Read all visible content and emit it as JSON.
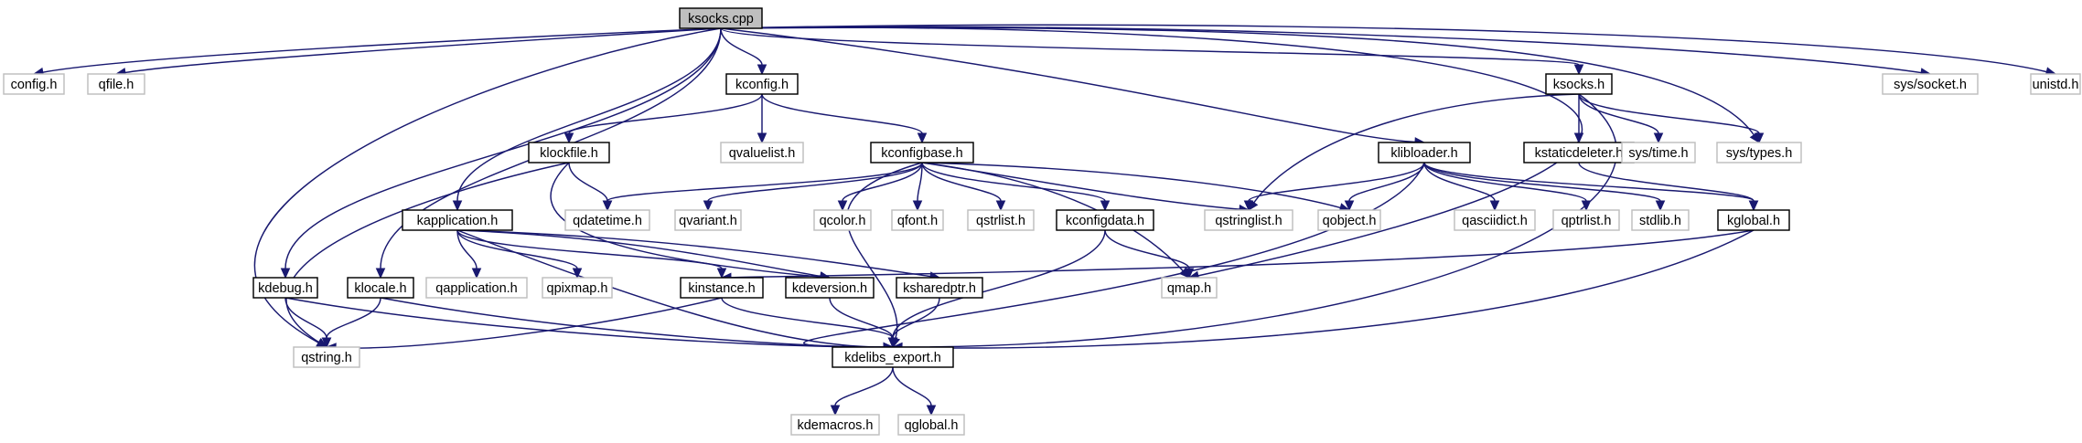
{
  "colors": {
    "root_fill": "#bfbfbf",
    "documented_border": "#000000",
    "external_border": "#bfbfbf",
    "edge": "#191970"
  },
  "nodes": [
    {
      "id": "ksocks_cpp",
      "label": "ksocks.cpp",
      "kind": "root"
    },
    {
      "id": "config_h",
      "label": "config.h",
      "kind": "external"
    },
    {
      "id": "qfile_h",
      "label": "qfile.h",
      "kind": "external"
    },
    {
      "id": "kconfig_h",
      "label": "kconfig.h",
      "kind": "documented"
    },
    {
      "id": "ksocks_h",
      "label": "ksocks.h",
      "kind": "documented"
    },
    {
      "id": "sys_socket_h",
      "label": "sys/socket.h",
      "kind": "external"
    },
    {
      "id": "unistd_h",
      "label": "unistd.h",
      "kind": "external"
    },
    {
      "id": "klockfile_h",
      "label": "klockfile.h",
      "kind": "documented"
    },
    {
      "id": "qvaluelist_h",
      "label": "qvaluelist.h",
      "kind": "external"
    },
    {
      "id": "kconfigbase_h",
      "label": "kconfigbase.h",
      "kind": "documented"
    },
    {
      "id": "klibloader_h",
      "label": "klibloader.h",
      "kind": "documented"
    },
    {
      "id": "kstaticdeleter_h",
      "label": "kstaticdeleter.h",
      "kind": "documented"
    },
    {
      "id": "sys_time_h",
      "label": "sys/time.h",
      "kind": "external"
    },
    {
      "id": "sys_types_h",
      "label": "sys/types.h",
      "kind": "external"
    },
    {
      "id": "kapplication_h",
      "label": "kapplication.h",
      "kind": "documented"
    },
    {
      "id": "qdatetime_h",
      "label": "qdatetime.h",
      "kind": "external"
    },
    {
      "id": "qvariant_h",
      "label": "qvariant.h",
      "kind": "external"
    },
    {
      "id": "qcolor_h",
      "label": "qcolor.h",
      "kind": "external"
    },
    {
      "id": "qfont_h",
      "label": "qfont.h",
      "kind": "external"
    },
    {
      "id": "qstrlist_h",
      "label": "qstrlist.h",
      "kind": "external"
    },
    {
      "id": "kconfigdata_h",
      "label": "kconfigdata.h",
      "kind": "documented"
    },
    {
      "id": "qstringlist_h",
      "label": "qstringlist.h",
      "kind": "external"
    },
    {
      "id": "qobject_h",
      "label": "qobject.h",
      "kind": "external"
    },
    {
      "id": "qasciidict_h",
      "label": "qasciidict.h",
      "kind": "external"
    },
    {
      "id": "qptrlist_h",
      "label": "qptrlist.h",
      "kind": "external"
    },
    {
      "id": "stdlib_h",
      "label": "stdlib.h",
      "kind": "external"
    },
    {
      "id": "kglobal_h",
      "label": "kglobal.h",
      "kind": "documented"
    },
    {
      "id": "qapplication_h",
      "label": "qapplication.h",
      "kind": "external"
    },
    {
      "id": "qpixmap_h",
      "label": "qpixmap.h",
      "kind": "external"
    },
    {
      "id": "kinstance_h",
      "label": "kinstance.h",
      "kind": "documented"
    },
    {
      "id": "kdeversion_h",
      "label": "kdeversion.h",
      "kind": "documented"
    },
    {
      "id": "ksharedptr_h",
      "label": "ksharedptr.h",
      "kind": "documented"
    },
    {
      "id": "qmap_h",
      "label": "qmap.h",
      "kind": "external"
    },
    {
      "id": "kdebug_h",
      "label": "kdebug.h",
      "kind": "documented"
    },
    {
      "id": "klocale_h",
      "label": "klocale.h",
      "kind": "documented"
    },
    {
      "id": "qstring_h",
      "label": "qstring.h",
      "kind": "external"
    },
    {
      "id": "kdelibs_export_h",
      "label": "kdelibs_export.h",
      "kind": "documented"
    },
    {
      "id": "kdemacros_h",
      "label": "kdemacros.h",
      "kind": "external"
    },
    {
      "id": "qglobal_h",
      "label": "qglobal.h",
      "kind": "external"
    }
  ],
  "edges": [
    [
      "ksocks_cpp",
      "config_h"
    ],
    [
      "ksocks_cpp",
      "qfile_h"
    ],
    [
      "ksocks_cpp",
      "kconfig_h"
    ],
    [
      "ksocks_cpp",
      "ksocks_h"
    ],
    [
      "ksocks_cpp",
      "sys_socket_h"
    ],
    [
      "ksocks_cpp",
      "unistd_h"
    ],
    [
      "ksocks_cpp",
      "sys_types_h"
    ],
    [
      "ksocks_cpp",
      "klibloader_h"
    ],
    [
      "ksocks_cpp",
      "kapplication_h"
    ],
    [
      "ksocks_cpp",
      "kdebug_h"
    ],
    [
      "ksocks_cpp",
      "klocale_h"
    ],
    [
      "ksocks_cpp",
      "qstring_h"
    ],
    [
      "ksocks_cpp",
      "qmap_h"
    ],
    [
      "kconfig_h",
      "klockfile_h"
    ],
    [
      "kconfig_h",
      "qvaluelist_h"
    ],
    [
      "kconfig_h",
      "kconfigbase_h"
    ],
    [
      "klockfile_h",
      "qdatetime_h"
    ],
    [
      "klockfile_h",
      "qstring_h"
    ],
    [
      "klockfile_h",
      "kdeversion_h"
    ],
    [
      "kconfigbase_h",
      "qdatetime_h"
    ],
    [
      "kconfigbase_h",
      "qvariant_h"
    ],
    [
      "kconfigbase_h",
      "qcolor_h"
    ],
    [
      "kconfigbase_h",
      "qfont_h"
    ],
    [
      "kconfigbase_h",
      "qstrlist_h"
    ],
    [
      "kconfigbase_h",
      "kconfigdata_h"
    ],
    [
      "kconfigbase_h",
      "qstringlist_h"
    ],
    [
      "kconfigbase_h",
      "qobject_h"
    ],
    [
      "kconfigbase_h",
      "qmap_h"
    ],
    [
      "kconfigbase_h",
      "kdelibs_export_h"
    ],
    [
      "kconfigdata_h",
      "qmap_h"
    ],
    [
      "kconfigdata_h",
      "kdelibs_export_h"
    ],
    [
      "ksocks_h",
      "qstringlist_h"
    ],
    [
      "ksocks_h",
      "kstaticdeleter_h"
    ],
    [
      "ksocks_h",
      "sys_time_h"
    ],
    [
      "ksocks_h",
      "sys_types_h"
    ],
    [
      "ksocks_h",
      "kdelibs_export_h"
    ],
    [
      "klibloader_h",
      "qstringlist_h"
    ],
    [
      "klibloader_h",
      "qobject_h"
    ],
    [
      "klibloader_h",
      "qasciidict_h"
    ],
    [
      "klibloader_h",
      "qptrlist_h"
    ],
    [
      "klibloader_h",
      "stdlib_h"
    ],
    [
      "klibloader_h",
      "kglobal_h"
    ],
    [
      "klibloader_h",
      "kdelibs_export_h"
    ],
    [
      "kstaticdeleter_h",
      "kglobal_h"
    ],
    [
      "kglobal_h",
      "kinstance_h"
    ],
    [
      "kglobal_h",
      "kdelibs_export_h"
    ],
    [
      "kapplication_h",
      "qapplication_h"
    ],
    [
      "kapplication_h",
      "qpixmap_h"
    ],
    [
      "kapplication_h",
      "kinstance_h"
    ],
    [
      "kapplication_h",
      "kdeversion_h"
    ],
    [
      "kapplication_h",
      "ksharedptr_h"
    ],
    [
      "kapplication_h",
      "kdelibs_export_h"
    ],
    [
      "kinstance_h",
      "qstring_h"
    ],
    [
      "kinstance_h",
      "kdelibs_export_h"
    ],
    [
      "kdeversion_h",
      "kdelibs_export_h"
    ],
    [
      "ksharedptr_h",
      "kdelibs_export_h"
    ],
    [
      "kdebug_h",
      "qstring_h"
    ],
    [
      "kdebug_h",
      "kdelibs_export_h"
    ],
    [
      "klocale_h",
      "qstring_h"
    ],
    [
      "klocale_h",
      "kdelibs_export_h"
    ],
    [
      "kdelibs_export_h",
      "kdemacros_h"
    ],
    [
      "kdelibs_export_h",
      "qglobal_h"
    ]
  ]
}
